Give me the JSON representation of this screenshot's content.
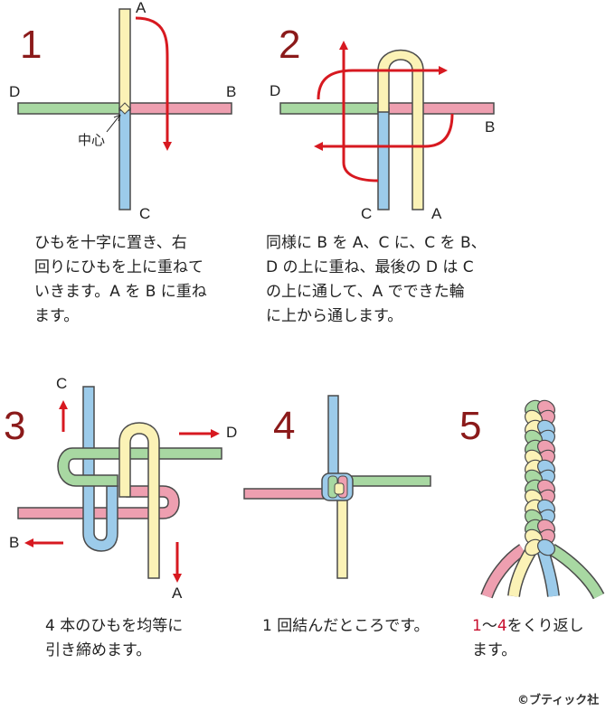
{
  "colors": {
    "yellow": "#fbf2b6",
    "pink": "#ee9fb0",
    "blue": "#9ccbea",
    "green": "#a8d8a2",
    "outline": "#4a4a4a",
    "arrow": "#d71920",
    "step_number": "#8b1a1a"
  },
  "steps": [
    {
      "number": "1",
      "labels": {
        "a": "A",
        "b": "B",
        "c": "C",
        "d": "D",
        "center": "中心"
      },
      "caption_lines": [
        "ひもを十字に置き、右",
        "回りにひもを上に重ねて",
        "いきます。A を B に重ね",
        "ます。"
      ]
    },
    {
      "number": "2",
      "labels": {
        "a": "A",
        "b": "B",
        "c": "C",
        "d": "D"
      },
      "caption_lines": [
        "同様に B を A、C に、C を B、",
        "D の上に重ね、最後の D は C",
        "の上に通して、A でできた輪",
        "に上から通します。"
      ]
    },
    {
      "number": "3",
      "labels": {
        "a": "A",
        "b": "B",
        "c": "C",
        "d": "D"
      },
      "caption_lines": [
        "4 本のひもを均等に",
        "引き締めます。"
      ]
    },
    {
      "number": "4",
      "caption_lines": [
        "1 回結んだところです。"
      ]
    },
    {
      "number": "5",
      "caption_parts": {
        "from": "1",
        "tilde": "～",
        "to": "4",
        "rest": "をくり返し"
      },
      "caption_line2": "ます。"
    }
  ],
  "credit": "©ブティック社"
}
